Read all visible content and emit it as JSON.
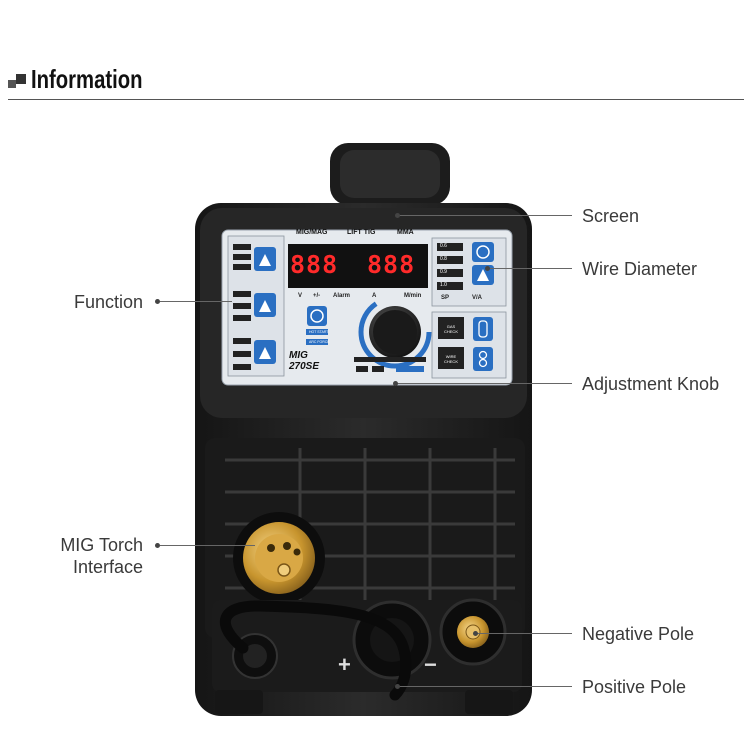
{
  "header": {
    "title": "Information"
  },
  "labels": {
    "screen": "Screen",
    "wire_diameter": "Wire Diameter",
    "function": "Function",
    "adjustment_knob": "Adjustment Knob",
    "mig_torch_interface_1": "MIG Torch",
    "mig_torch_interface_2": "Interface",
    "negative_pole": "Negative Pole",
    "positive_pole": "Positive Pole"
  },
  "panel": {
    "mode_mig": "MIG/MAG",
    "mode_lift": "LIFT TIG",
    "mode_mma": "MMA",
    "display_left": "888",
    "display_right": "888",
    "unit_v": "V",
    "unit_vi": "+/-",
    "unit_alarm": "Alarm",
    "unit_a": "A",
    "unit_mmin": "M/min",
    "model_1": "MIG",
    "model_2": "270SE",
    "gas_check": "GAS CHECK",
    "wire_check": "WIRE CHECK",
    "wire_sizes": [
      "0.6",
      "0.8",
      "0.9",
      "1.0"
    ],
    "sp_label": "SP",
    "va_label": "V/A",
    "hot_start": "HOT START",
    "arc_force": "ARC FORCE",
    "plus_sign": "+",
    "minus_sign": "−"
  },
  "colors": {
    "accent_blue": "#2a6fc2",
    "display_red": "#ff2a2a",
    "body_dark": "#1f1f1f",
    "brass": "#c8952e"
  }
}
